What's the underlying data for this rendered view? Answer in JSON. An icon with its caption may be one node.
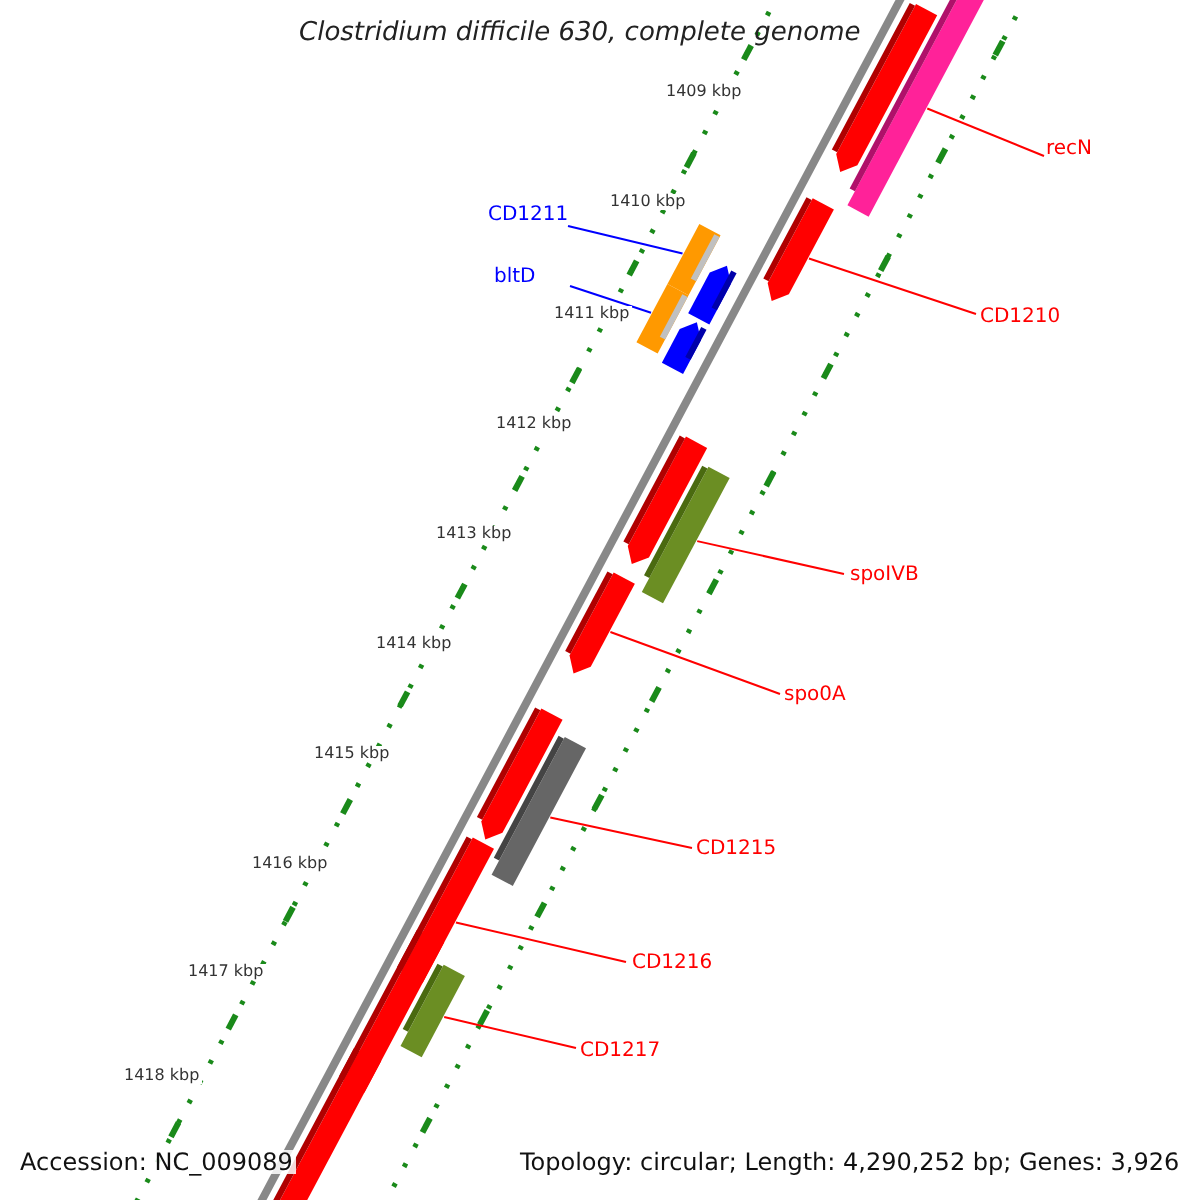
{
  "diagram": {
    "title": "Clostridium difficile 630, complete genome",
    "nodes": [
      {
        "text": [
          "recN"
        ]
      },
      {
        "text": [
          "CD1210"
        ]
      },
      {
        "text": [
          "CD1211"
        ]
      },
      {
        "text": [
          "bltD"
        ]
      },
      {
        "text": [
          "spoIVB"
        ]
      },
      {
        "text": [
          "spo0A"
        ]
      },
      {
        "text": [
          "CD1215"
        ]
      },
      {
        "text": [
          "CD1216"
        ]
      },
      {
        "text": [
          "CD1217"
        ]
      },
      {
        "text": [],
        "shape": "arrow"
      },
      {
        "text": [],
        "shape": "bar"
      },
      {
        "text": [],
        "shape": "arrow"
      },
      {
        "text": [],
        "shape": "bar"
      },
      {
        "text": [],
        "shape": "arrow"
      },
      {
        "text": [],
        "shape": "bar"
      },
      {
        "text": [],
        "shape": "arrow"
      },
      {
        "text": [],
        "shape": "arrow"
      },
      {
        "text": [],
        "shape": "bar"
      },
      {
        "text": [],
        "shape": "arrow"
      },
      {
        "text": [],
        "shape": "arrow"
      },
      {
        "text": [],
        "shape": "bar"
      },
      {
        "text": [],
        "shape": "arrow"
      },
      {
        "text": [],
        "shape": "bar"
      },
      {
        "text": [],
        "shape": "arrow"
      },
      {
        "text": [],
        "shape": "arrow"
      }
    ],
    "edges": [
      {
        "from": 0,
        "to": 10,
        "arrow": "none"
      },
      {
        "from": 1,
        "to": 11,
        "arrow": "none"
      },
      {
        "from": 2,
        "to": 12,
        "arrow": "none",
        "color": "#0000ff"
      },
      {
        "from": 3,
        "to": 14,
        "arrow": "none",
        "color": "#0000ff"
      },
      {
        "from": 4,
        "to": 17,
        "arrow": "none"
      },
      {
        "from": 5,
        "to": 18,
        "arrow": "none"
      },
      {
        "from": 6,
        "to": 20,
        "arrow": "none"
      },
      {
        "from": 7,
        "to": 21,
        "arrow": "none"
      },
      {
        "from": 8,
        "to": 22,
        "arrow": "none"
      }
    ],
    "labels": [
      "1409 kbp",
      "1410 kbp",
      "1411 kbp",
      "1412 kbp",
      "1413 kbp",
      "1414 kbp",
      "1415 kbp",
      "1416 kbp",
      "1417 kbp",
      "1418 kbp",
      "Accession: NC_009089",
      "Topology: circular; Length: 4,290,252 bp; Genes: 3,926"
    ]
  }
}
